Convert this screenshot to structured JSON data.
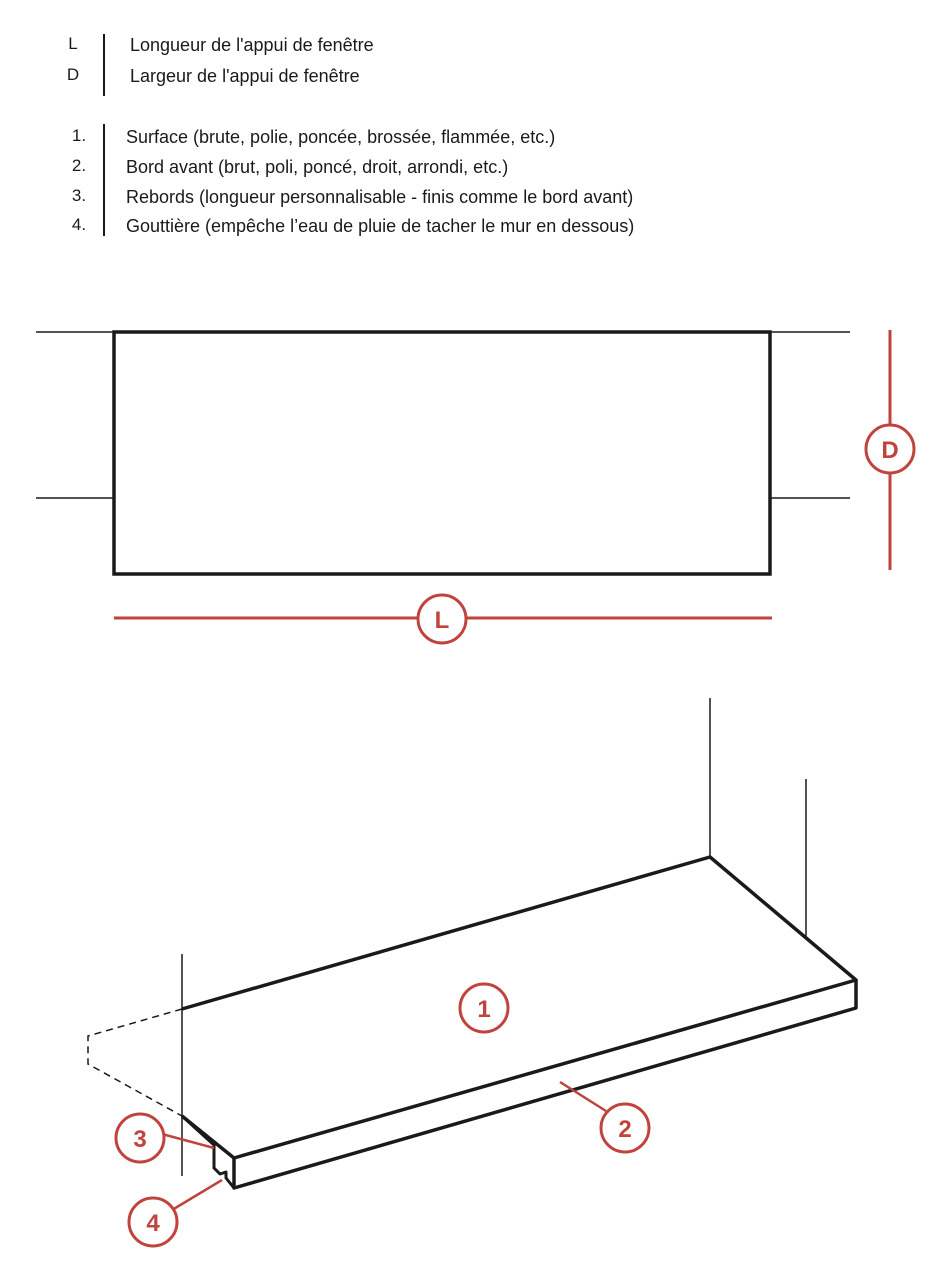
{
  "legend": {
    "dimensions": [
      {
        "key": "L",
        "label": "Longueur de l'appui de fenêtre"
      },
      {
        "key": "D",
        "label": "Largeur de l'appui de fenêtre"
      }
    ],
    "parts": [
      {
        "key": "1.",
        "label": "Surface (brute, polie, poncée, brossée, flammée, etc.)"
      },
      {
        "key": "2.",
        "label": "Bord avant (brut, poli, poncé, droit, arrondi, etc.)"
      },
      {
        "key": "3.",
        "label": "Rebords (longueur personnalisable - finis comme le bord avant)"
      },
      {
        "key": "4.",
        "label": "Gouttière (empêche l’eau de pluie de tacher le mur en dessous)"
      }
    ]
  },
  "callouts": {
    "length": "L",
    "depth": "D",
    "surface": "1",
    "front_edge": "2",
    "end_return": "3",
    "drip_groove": "4"
  },
  "colors": {
    "accent": "#c0433d",
    "line": "#1a1a1a"
  }
}
